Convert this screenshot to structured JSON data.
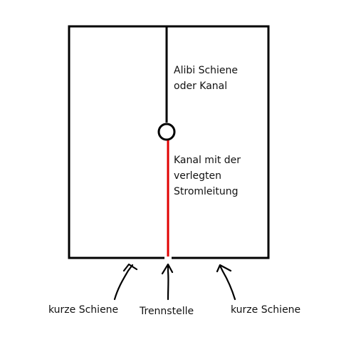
{
  "labels": {
    "rail_line1": "Alibi Schiene",
    "rail_line2": "oder Kanal",
    "channel_line1": "Kanal mit der",
    "channel_line2": "verlegten",
    "channel_line3": "Stromleitung",
    "left_bottom": "kurze Schiene",
    "center_bottom": "Trennstelle",
    "right_bottom": "kurze Schiene"
  },
  "colors": {
    "outline": "#000000",
    "power_line": "#e00000",
    "text": "#111111"
  }
}
